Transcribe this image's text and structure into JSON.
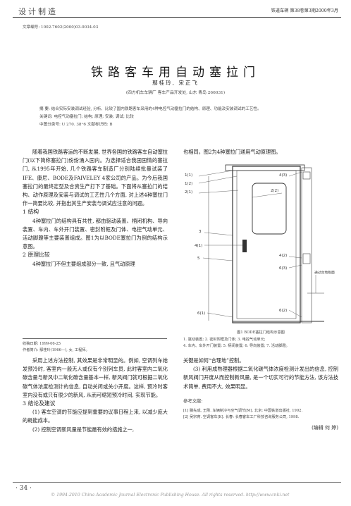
{
  "header": {
    "section": "设计制造",
    "journal": "铁道车辆  第38卷第3期2000年3月"
  },
  "article_number": "文章编号: 1002-7602(2000)03-0034-03",
  "title": "铁路客车用自动塞拉门",
  "authors": "鄢桂玲, 宋正飞",
  "affiliation": "(四方机车车辆厂 客车产品开发处, 山东 青岛 266031)",
  "abstract": {
    "text": "摘  要: 结合实际安装调试经验, 分析、比较了国内铁路客车采用的4种电控气动塞拉门的结构、原理、功能及安装调试的工艺性。",
    "keywords": "关键词: 电控气动塞拉门; 结构; 原理; 安装; 调试; 比较",
    "classification": "中图分类号: U 270. 38⁺6        文献标识码: B"
  },
  "left_col": {
    "intro_1": "随着我国铁路客运的不断发展, 世界各国的铁路客车自动塞拉门(以下简称塞拉门)纷纷涌入国内。为选择适合我国国情的塞拉门, 从1995年开始, 几个铁路客车制造厂分别陆续批量试装了IFE、康尼、BODE及FAIVELEY 4家公司的产品。为今后我国塞拉门的最终定型及合资生产打下了基础。下面将从塞拉门的结构、动作原理及安装与调试的工艺性几个方面, 对上述4种塞拉门作一简要比较, 并指出其生产安装与调试应注意的问题。",
    "sec1_title": "1  结构",
    "sec1_body": "4种塞拉门的结构具有共性, 都由驱动装置、柄闭机构、导向装置、车内、车外开门装置、密封附框及门体、电控气动单元、活动脚蹬等主要装置组成。图1为以BODE塞拉门为例的结构示意图。",
    "sec2_title": "2  原理比较",
    "sec2_body": "4种塞拉门不但主要组成部分一致, 且气动原理"
  },
  "right_col": {
    "intro": "也相同。图2为4种塞拉门通用气动原理图。"
  },
  "figure": {
    "labels": [
      "1(1)",
      "1(2)",
      "2(1)",
      "2(2)",
      "3",
      "4(1)",
      "4(2)",
      "4(3)",
      "5",
      "6(1)",
      "6(2)",
      "6(3)",
      "通过台地板面"
    ],
    "caption_title": "图1  BODE塞拉门结构示意图",
    "caption_l1": "1. 驱动装置; 2. 密封附框及门体; 3. 电控气动单元;",
    "caption_l2": "4. 车内、车外开门装置; 5. 柄闭装置; 6. 导向装置; 7. 活动脚蹬。"
  },
  "footnote": {
    "received": "收稿日期: 1999-06-25",
    "bio": "作者简介: 鄢桂玲(1966—), 女, 工程师。"
  },
  "lower_left": {
    "p1": "采用上述方法控制, 其效果是非常明显的。例如, 空调列车始发预冷时, 客室内一般无人或仅有个别列车员, 此时客室内二氧化碳含量与新风中二氧化碳含量基本一样, 新风阀门就可根据二氧化碳气体浓度检测计的信息, 自动关闭或关小开度。这样, 预冷时客室内没有或只有很少的新风, 从而可缩短预冷时间, 实现节能。",
    "sec3_title": "3  结论及建议",
    "p2": "(1) 客车空调的节能应提到重要的议事日程上来, 以减少庞大的耗能成本。",
    "p3": "(2) 控制空调新风量是节能最有效的措施之一,"
  },
  "lower_right": {
    "p1": "关键是如何“合理地”控制。",
    "p2": "(3) 利用成熟理器根据二氧化碳气体浓度检测计发出的信息, 控制新风阀门开度从而控制新风量, 是一个切实可行的节能方法, 该方法技术简单, 费用不大, 效果明显。",
    "refs_title": "参考文献:",
    "ref1": "[1]  滕先成, 王刚. 车辆制冷与空气调节[M]. 北京: 中国铁道出版社, 1992.",
    "ref2": "[2]  吴宗育. 空调客车[K]. 长春: 长春客车工厂科技咨询服务公司, 1998.",
    "editor": "(编辑  何    婷)"
  },
  "page_number": "· 34 ·",
  "copyright": "© 1994-2010 China Academic Journal Electronic Publishing House. All rights reserved.    http://www.cnki.net"
}
